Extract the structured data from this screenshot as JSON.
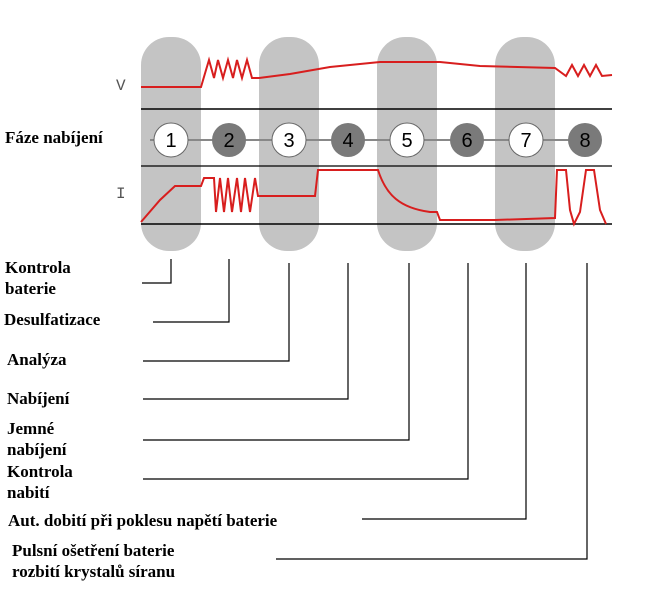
{
  "axis": {
    "voltage": "V",
    "current": "I"
  },
  "phase_title": "Fáze nabíjení",
  "phases": [
    "1",
    "2",
    "3",
    "4",
    "5",
    "6",
    "7",
    "8"
  ],
  "labels": [
    {
      "lines": [
        "Kontrola",
        "baterie"
      ]
    },
    {
      "lines": [
        "Desulfatizace"
      ]
    },
    {
      "lines": [
        "Analýza"
      ]
    },
    {
      "lines": [
        "Nabíjení"
      ]
    },
    {
      "lines": [
        "Jemné",
        "nabíjení"
      ]
    },
    {
      "lines": [
        "Kontrola",
        "nabití"
      ]
    },
    {
      "lines": [
        "Aut. dobití při poklesu napětí baterie"
      ]
    },
    {
      "lines": [
        "Pulsní ošetření baterie",
        "rozbití krystalů síranu"
      ]
    }
  ],
  "colors": {
    "band": "#c4c4c4",
    "trace": "#d81e1e",
    "circle_light": "#ffffff",
    "circle_dark": "#7a7a7a",
    "line": "#000000"
  }
}
